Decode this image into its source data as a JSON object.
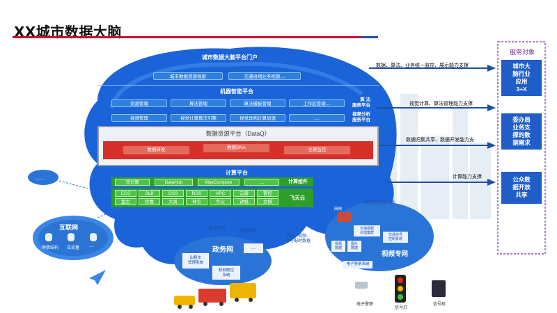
{
  "title": "XX城市数据大脑",
  "portal": {
    "title": "城市数据大脑平台门户",
    "items": [
      "城市数据资源视窗",
      "交通治堵业务视窗...."
    ]
  },
  "ai_platform": {
    "title": "机器智能平台",
    "row1": [
      "资源管理",
      "算法管理",
      "算法模板管理",
      "工作区管理...."
    ],
    "row1_label": "算 法\n服务平台",
    "row2": [
      "视频管理",
      "视觉计算算法引擎",
      "视觉异构计算加速",
      "...."
    ],
    "row2_label": "视频分析\n服务平台"
  },
  "data_platform": {
    "title": "数据资源平台（DataQ）",
    "items": [
      "数据研发",
      "数据DNA",
      "全景监控"
    ]
  },
  "compute_platform": {
    "title": "计算平台",
    "components": [
      "流计算",
      "DataHub",
      "MaxCompute",
      "...."
    ],
    "components_label": "计算组件",
    "cloud_row1": [
      "ECS",
      "SLB",
      "OSS",
      "RDS",
      "VPC",
      "云盾",
      "管控"
    ],
    "cloud_row2": [
      "盘古",
      "伏羲",
      "大禹",
      "神农",
      "夸父",
      "钟馗",
      "女娲"
    ],
    "cloud_label": "飞天云"
  },
  "arrows": [
    "数据、算法、业务统一监控、展示能力支撑",
    "视觉计算、算法管理能力支撑",
    "数据归集共享、数据开发能力支",
    "计算能力支撑"
  ],
  "services": {
    "title": "服务对象",
    "items": [
      "城市大\n脑行业\n应用\n3+X",
      "委办局\n业务支\n撑的数\n据需求",
      "公众数\n据开放\n共享"
    ]
  },
  "internet": {
    "title": "互联网",
    "items": [
      "舆情结构",
      "车流量",
      "...."
    ]
  },
  "gov": {
    "title": "政务网",
    "items": [
      "出租车\n管理系统",
      "联网联控\n系统",
      "...."
    ],
    "notes": [
      "数据开放",
      "政务数据"
    ]
  },
  "video": {
    "title": "视频专网",
    "net_label": "网闸",
    "items": [
      "交通视频\n处理集群",
      "交通信号\n控制系统",
      "视频\n数据",
      "图片\n数据",
      "电子警察系统"
    ],
    "notes": [
      "卡口、视频、\n信号配时数据",
      "信号配时优化方案"
    ]
  },
  "devices": [
    "电子警察",
    "信号灯",
    "信号机"
  ],
  "dots": "......",
  "colors": {
    "cloud": "#1b63d8",
    "cloud_light": "#4a96f0",
    "svc_box": "#1f5ec8",
    "red_line": "#c8102e",
    "green": "#4fc24a",
    "data_red": "#d7302a"
  }
}
